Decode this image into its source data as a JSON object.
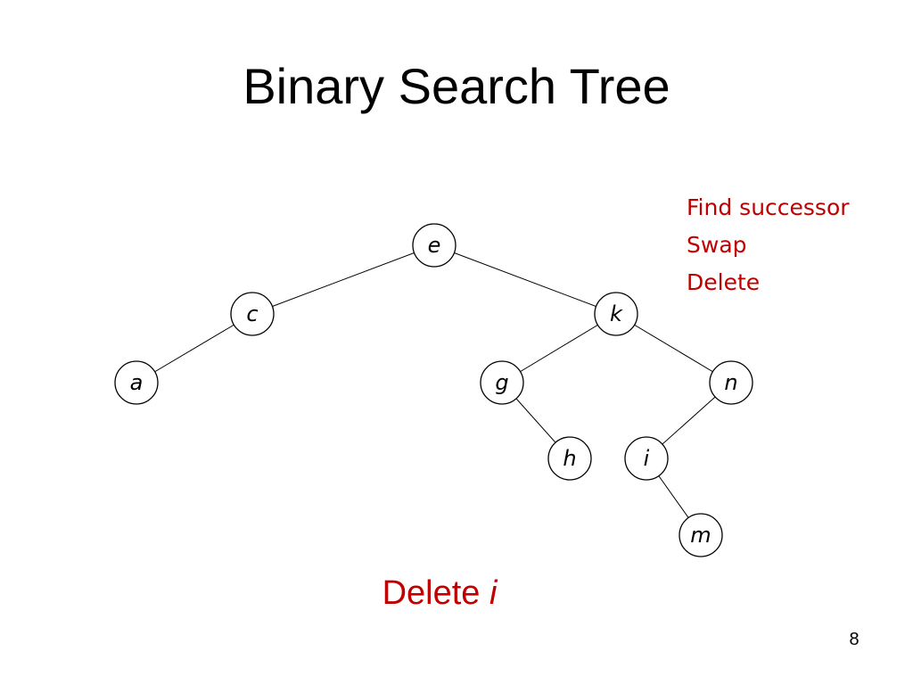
{
  "slide": {
    "title": "Binary Search Tree",
    "page_number": "8"
  },
  "steps": {
    "items": [
      "Find successor",
      "Swap",
      "Delete"
    ]
  },
  "caption": {
    "prefix": "Delete",
    "variable": "i"
  },
  "tree": {
    "nodes": [
      {
        "id": "e",
        "label": "e"
      },
      {
        "id": "c",
        "label": "c"
      },
      {
        "id": "k",
        "label": "k"
      },
      {
        "id": "a",
        "label": "a"
      },
      {
        "id": "g",
        "label": "g"
      },
      {
        "id": "n",
        "label": "n"
      },
      {
        "id": "h",
        "label": "h"
      },
      {
        "id": "i",
        "label": "i"
      },
      {
        "id": "m",
        "label": "m"
      }
    ],
    "edges": [
      [
        "e",
        "c"
      ],
      [
        "e",
        "k"
      ],
      [
        "c",
        "a"
      ],
      [
        "k",
        "g"
      ],
      [
        "k",
        "n"
      ],
      [
        "g",
        "h"
      ],
      [
        "n",
        "i"
      ],
      [
        "i",
        "m"
      ]
    ]
  },
  "colors": {
    "accent": "#c00000",
    "text": "#000000",
    "background": "#ffffff"
  }
}
